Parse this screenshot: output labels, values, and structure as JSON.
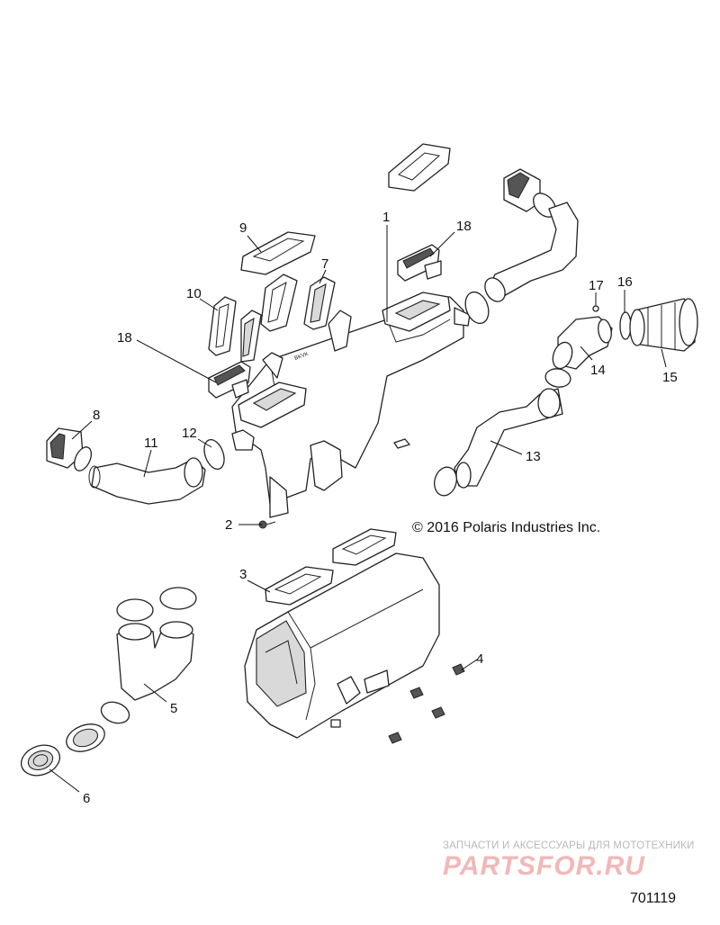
{
  "callouts": [
    {
      "id": "1",
      "label": "1"
    },
    {
      "id": "2",
      "label": "2"
    },
    {
      "id": "3",
      "label": "3"
    },
    {
      "id": "4",
      "label": "4"
    },
    {
      "id": "5",
      "label": "5"
    },
    {
      "id": "6",
      "label": "6"
    },
    {
      "id": "7",
      "label": "7"
    },
    {
      "id": "8",
      "label": "8"
    },
    {
      "id": "9",
      "label": "9"
    },
    {
      "id": "10",
      "label": "10"
    },
    {
      "id": "11",
      "label": "11"
    },
    {
      "id": "12",
      "label": "12"
    },
    {
      "id": "13",
      "label": "13"
    },
    {
      "id": "14",
      "label": "14"
    },
    {
      "id": "15",
      "label": "15"
    },
    {
      "id": "16",
      "label": "16"
    },
    {
      "id": "17",
      "label": "17"
    },
    {
      "id": "18a",
      "label": "18"
    },
    {
      "id": "18b",
      "label": "18"
    }
  ],
  "copyright": "© 2016 Polaris Industries Inc.",
  "watermark": {
    "tagline": "ЗАПЧАСТИ И АКСЕССУАРЫ ДЛЯ МОТОТЕХНИКИ",
    "logo_text": "PARTSFOR.RU"
  },
  "drawing_number": "701119",
  "colors": {
    "line": "#222222",
    "background": "#ffffff",
    "watermark": "#f2b8b8"
  }
}
